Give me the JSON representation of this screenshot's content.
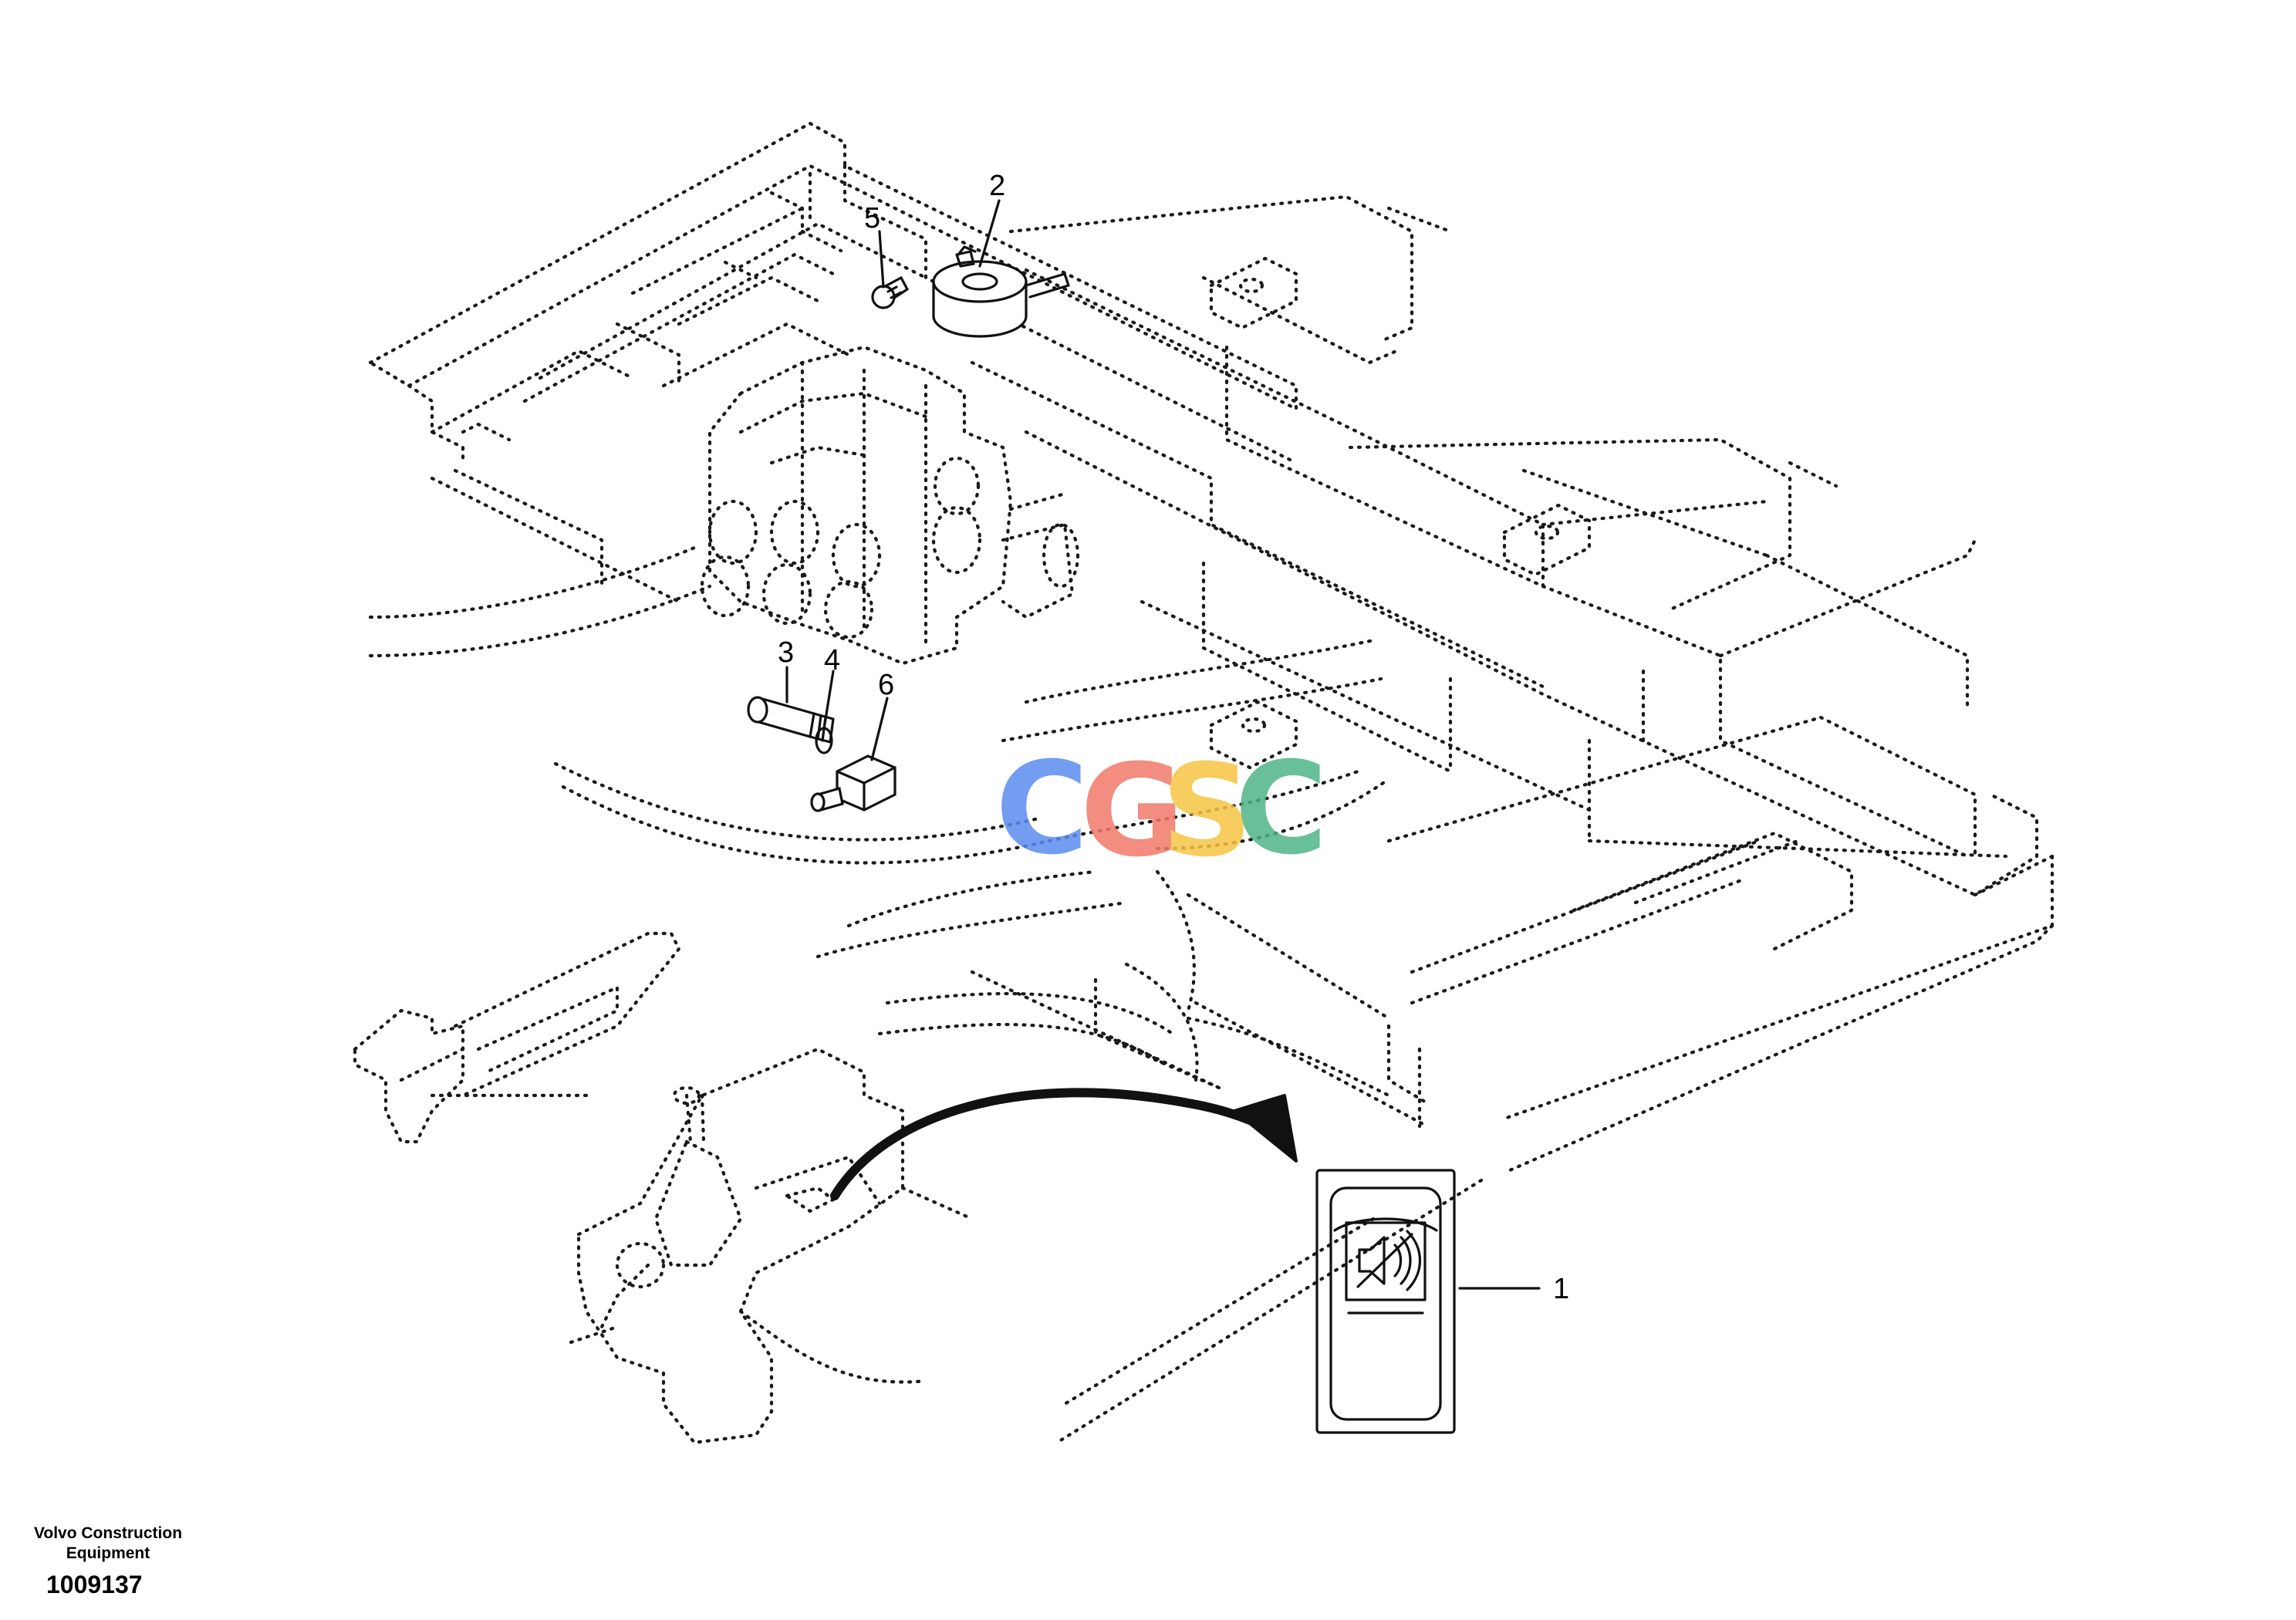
{
  "callouts": [
    {
      "id": "1",
      "label": "1"
    },
    {
      "id": "2",
      "label": "2"
    },
    {
      "id": "3",
      "label": "3"
    },
    {
      "id": "4",
      "label": "4"
    },
    {
      "id": "5",
      "label": "5"
    },
    {
      "id": "6",
      "label": "6"
    }
  ],
  "watermark": {
    "letters": [
      "C",
      "G",
      "S",
      "C"
    ],
    "colors": [
      "#5b8def",
      "#f07a6a",
      "#f5c542",
      "#4fb585"
    ]
  },
  "footer": {
    "brand_line1": "Volvo Construction",
    "brand_line2": "Equipment",
    "drawing_number": "1009137"
  },
  "icons": {
    "switch_symbol": "speaker-mute-icon",
    "pointer": "curved-arrow-icon"
  }
}
